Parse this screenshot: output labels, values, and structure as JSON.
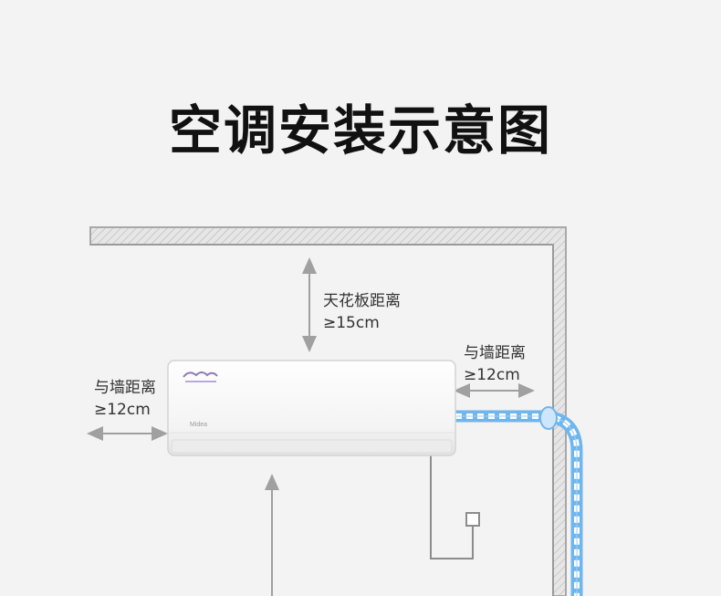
{
  "title": "空调安装示意图",
  "ceiling_label": {
    "line1": "天花板距离",
    "line2": "≥15cm"
  },
  "left_wall_label": {
    "line1": "与墙距离",
    "line2": "≥12cm"
  },
  "right_wall_label": {
    "line1": "与墙距离",
    "line2": "≥12cm"
  },
  "unit_brand": "Midea",
  "colors": {
    "pipe": "#6fb6ee",
    "wall": "#a8a8a8",
    "arrow": "#a0a0a0"
  }
}
